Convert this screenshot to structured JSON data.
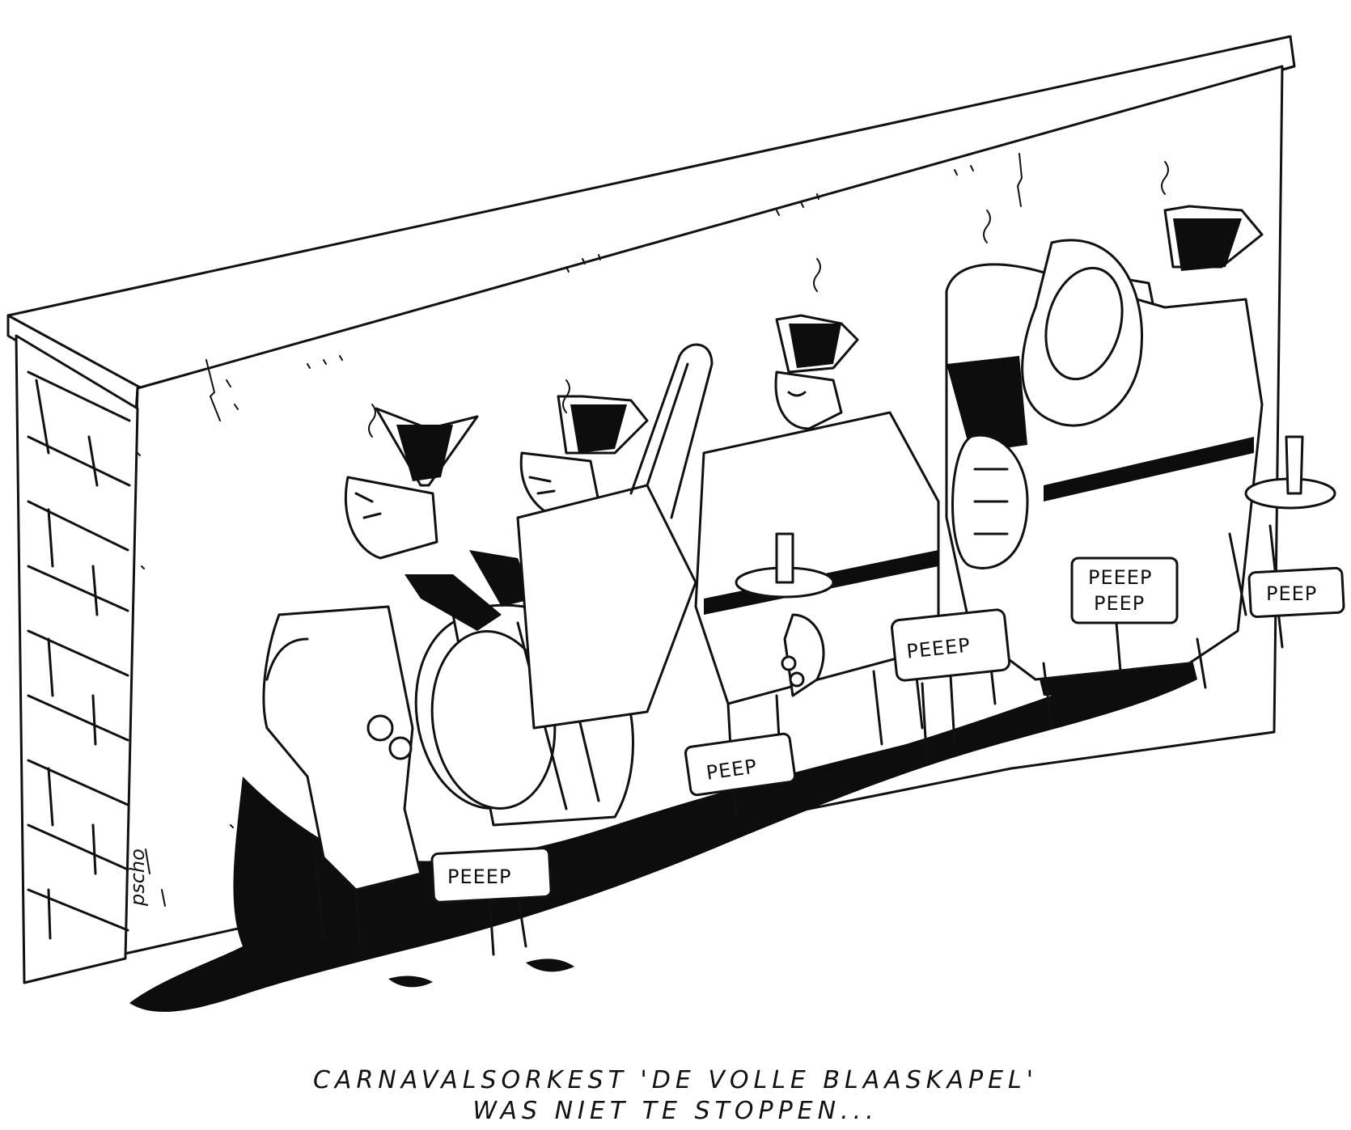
{
  "caption": {
    "line1": "CARNAVALSORKEST 'DE VOLLE BLAASKAPEL'",
    "line2": "WAS NIET TE STOPPEN..."
  },
  "signature": "pscho",
  "signs": [
    "PEEEP",
    "PEEP",
    "PEEEP",
    "PEEEP",
    "PEEP",
    "PEEP"
  ],
  "colors": {
    "ink": "#111111",
    "paper": "#ffffff"
  }
}
